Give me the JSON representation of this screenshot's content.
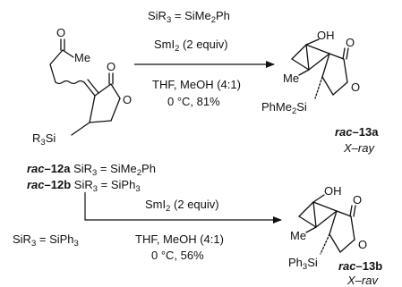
{
  "reaction_top": {
    "reagent_si": "SiMe",
    "reagent_si_sub": "2",
    "reagent_si_rest": "Ph",
    "reagent_si_prefix": "SiR",
    "reagent_si_prefix_sub": "3",
    "reagent_si_eq": " = ",
    "reductant": "SmI",
    "reductant_sub": "2",
    "reductant_rest": " (2 equiv)",
    "solvent": "THF, MeOH (4:1)",
    "conditions": "0 °C, 81%"
  },
  "reaction_bottom": {
    "reagent_prefix": "SiR",
    "reagent_prefix_sub": "3",
    "reagent_eq": " = SiPh",
    "reagent_sub": "3",
    "reductant": "SmI",
    "reductant_sub": "2",
    "reductant_rest": " (2 equiv)",
    "solvent": "THF, MeOH (4:1)",
    "conditions": "0 °C, 56%"
  },
  "starting_material": {
    "atom_o_ketone": "O",
    "atom_me": "Me",
    "atom_o_carbonyl": "O",
    "atom_o_ring": "O",
    "r3si": "R",
    "r3si_sub": "3",
    "r3si_rest": "Si",
    "label_a": "rac",
    "label_a_suffix": "–12a",
    "label_a_def": " SiR",
    "label_a_def_sub": "3",
    "label_a_def_eq": " = SiMe",
    "label_a_def_sub2": "2",
    "label_a_def_rest": "Ph",
    "label_b": "rac",
    "label_b_suffix": "–12b",
    "label_b_def": " SiR",
    "label_b_def_sub": "3",
    "label_b_def_eq": " = SiPh",
    "label_b_def_sub2": "3"
  },
  "product_a": {
    "oh": "OH",
    "me": "Me",
    "o_carbonyl": "O",
    "o_ring": "O",
    "si": "PhMe",
    "si_sub": "2",
    "si_rest": "Si",
    "label": "rac",
    "label_suffix": "–13a",
    "note": "X–ray"
  },
  "product_b": {
    "oh": "OH",
    "me": "Me",
    "o_carbonyl": "O",
    "o_ring": "O",
    "si": "Ph",
    "si_sub": "3",
    "si_rest": "Si",
    "label": "rac",
    "label_suffix": "–13b",
    "note": "X–rav"
  }
}
